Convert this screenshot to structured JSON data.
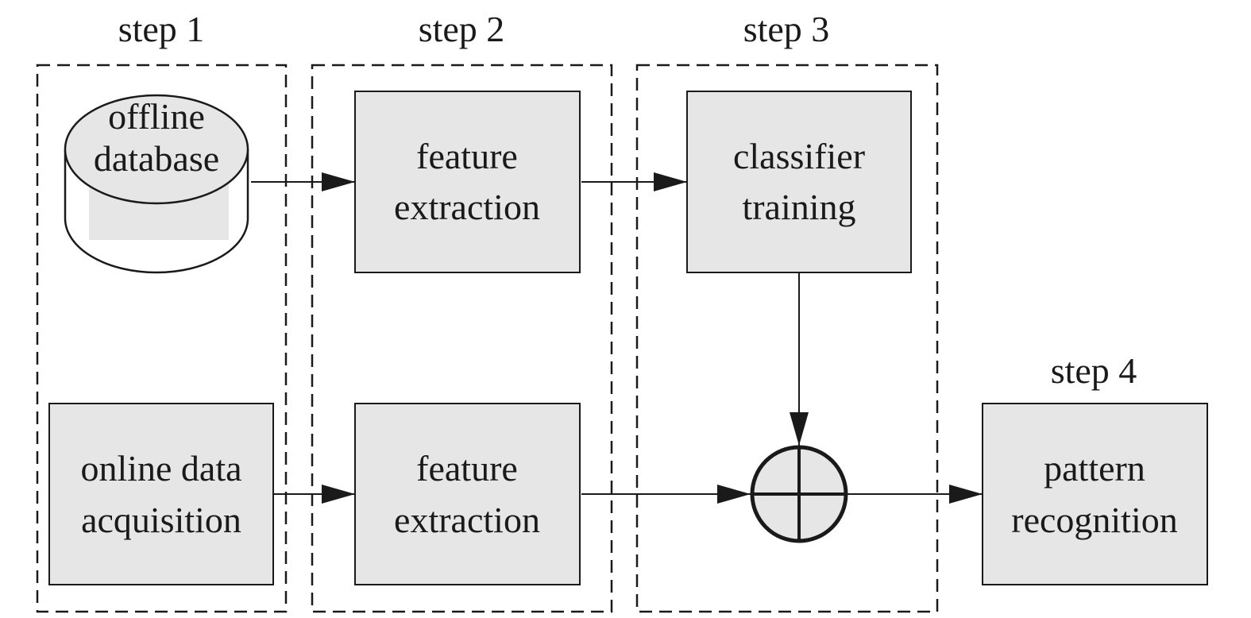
{
  "steps": {
    "step1": "step 1",
    "step2": "step 2",
    "step3": "step 3",
    "step4": "step 4"
  },
  "nodes": {
    "offline_database": {
      "line1": "offline",
      "line2": "database"
    },
    "feature_extraction_top": {
      "line1": "feature",
      "line2": "extraction"
    },
    "classifier_training": {
      "line1": "classifier",
      "line2": "training"
    },
    "online_data_acquisition": {
      "line1": "online data",
      "line2": "acquisition"
    },
    "feature_extraction_bottom": {
      "line1": "feature",
      "line2": "extraction"
    },
    "pattern_recognition": {
      "line1": "pattern",
      "line2": "recognition"
    }
  },
  "colors": {
    "box_fill": "#e6e6e6",
    "stroke": "#1a1a1a",
    "background": "#ffffff"
  }
}
